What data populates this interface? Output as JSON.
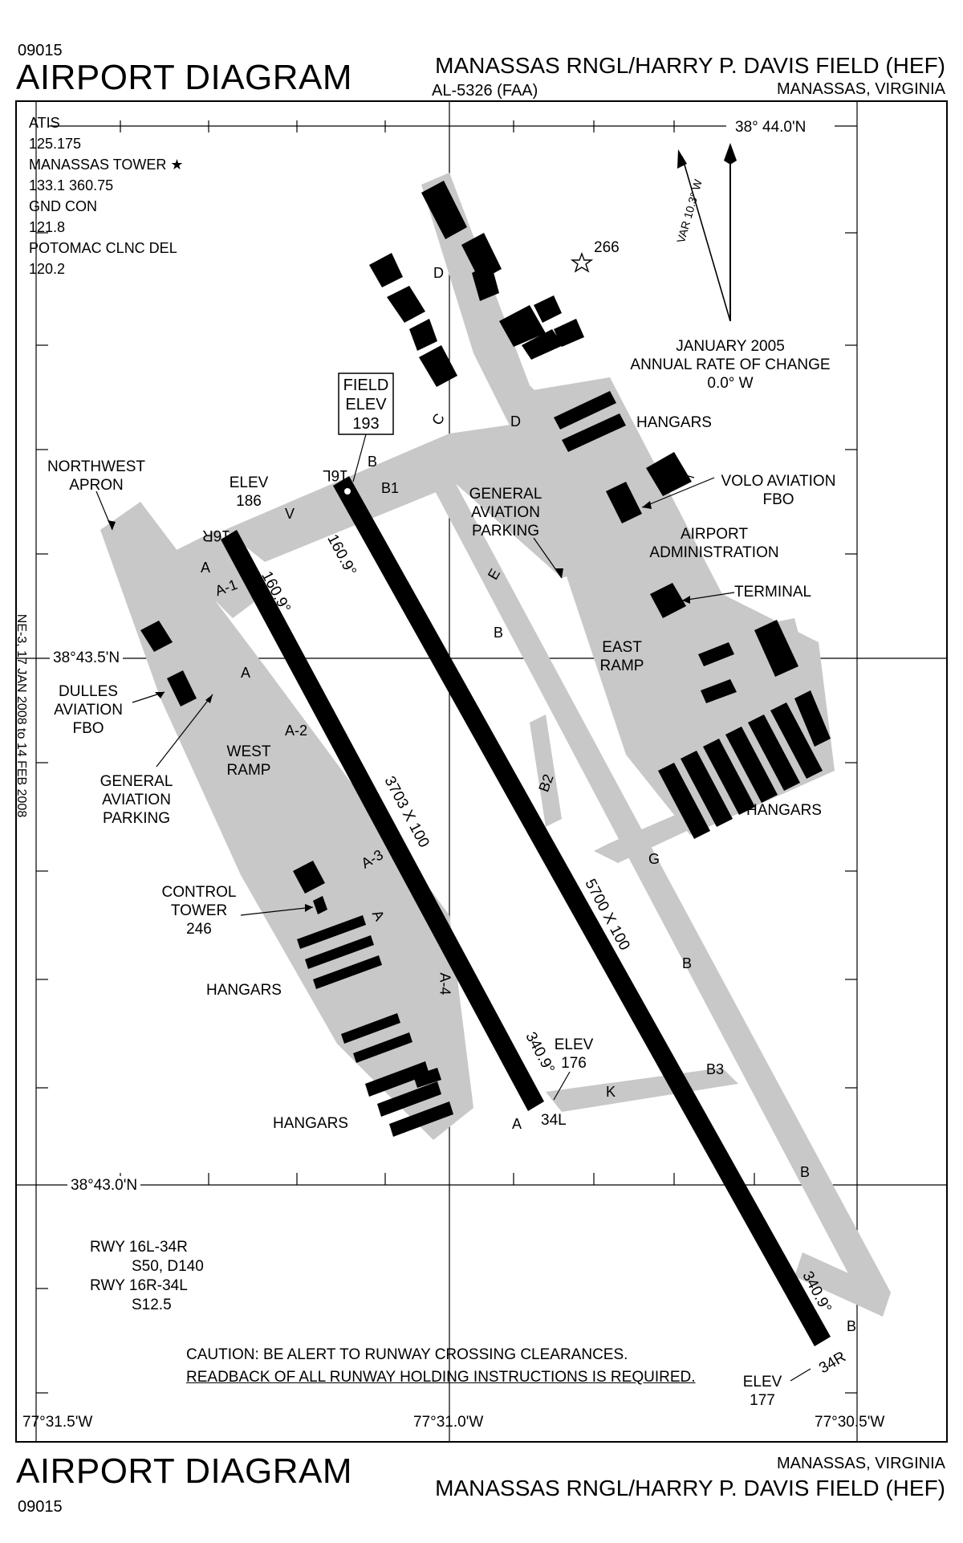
{
  "header": {
    "code": "09015",
    "title": "AIRPORT DIAGRAM",
    "airport_name": "MANASSAS RNGL/HARRY P. DAVIS FIELD (HEF)",
    "doc_id": "AL-5326 (FAA)",
    "location": "MANASSAS, VIRGINIA"
  },
  "footer": {
    "code": "09015",
    "title": "AIRPORT DIAGRAM",
    "airport_name": "MANASSAS RNGL/HARRY P. DAVIS FIELD (HEF)",
    "location": "MANASSAS, VIRGINIA"
  },
  "frequencies": [
    "ATIS",
    "125.175",
    "MANASSAS TOWER ★",
    "133.1  360.75",
    "GND CON",
    "121.8",
    "POTOMAC CLNC DEL",
    "120.2"
  ],
  "coordinates": {
    "lat_top": "38° 44.0'N",
    "lat_mid": "38°43.5'N",
    "lat_bottom": "38°43.0'N",
    "lon_left": "77°31.5'W",
    "lon_mid": "77°31.0'W",
    "lon_right": "77°30.5'W"
  },
  "variation": {
    "var": "VAR 10.3° W",
    "date": "JANUARY 2005",
    "rate_label": "ANNUAL RATE OF CHANGE",
    "rate": "0.0° W"
  },
  "field_elev": [
    "FIELD",
    "ELEV",
    "193"
  ],
  "obstacle": "266",
  "runways": {
    "rwy1_dims": "3703 X 100",
    "rwy2_dims": "5700 X 100",
    "rwy16r": "16R",
    "rwy16l": "16L",
    "rwy34l": "34L",
    "rwy34r": "34R",
    "hdg_160": "160.9°",
    "hdg_340": "340.9°",
    "elev_16r_label": "ELEV",
    "elev_16r": "186",
    "elev_34l_label": "ELEV",
    "elev_34l": "176",
    "elev_34r_label": "ELEV",
    "elev_34r": "177"
  },
  "taxiways": {
    "A": "A",
    "A1": "A-1",
    "A2": "A-2",
    "A3": "A-3",
    "A4": "A-4",
    "B": "B",
    "B1": "B1",
    "B2": "B2",
    "B3": "B3",
    "C": "C",
    "D": "D",
    "E": "E",
    "G": "G",
    "K": "K",
    "V": "V"
  },
  "labels": {
    "nw_apron": [
      "NORTHWEST",
      "APRON"
    ],
    "dulles_fbo": [
      "DULLES",
      "AVIATION",
      "FBO"
    ],
    "ga_parking_w": [
      "GENERAL",
      "AVIATION",
      "PARKING"
    ],
    "west_ramp": [
      "WEST",
      "RAMP"
    ],
    "control_tower": [
      "CONTROL",
      "TOWER",
      "246"
    ],
    "hangars": "HANGARS",
    "ga_parking_c": [
      "GENERAL",
      "AVIATION",
      "PARKING"
    ],
    "volo_fbo": [
      "VOLO AVIATION",
      "FBO"
    ],
    "airport_admin": [
      "AIRPORT",
      "ADMINISTRATION"
    ],
    "terminal": "TERMINAL",
    "east_ramp": [
      "EAST",
      "RAMP"
    ]
  },
  "runway_strength": [
    "RWY 16L-34R",
    "S50, D140",
    "RWY 16R-34L",
    "S12.5"
  ],
  "caution": {
    "line1": "CAUTION: BE ALERT TO RUNWAY CROSSING CLEARANCES.",
    "line2": "READBACK OF ALL RUNWAY HOLDING INSTRUCTIONS IS REQUIRED."
  },
  "side_text": "NE-3, 17 JAN 2008 to 14 FEB 2008"
}
